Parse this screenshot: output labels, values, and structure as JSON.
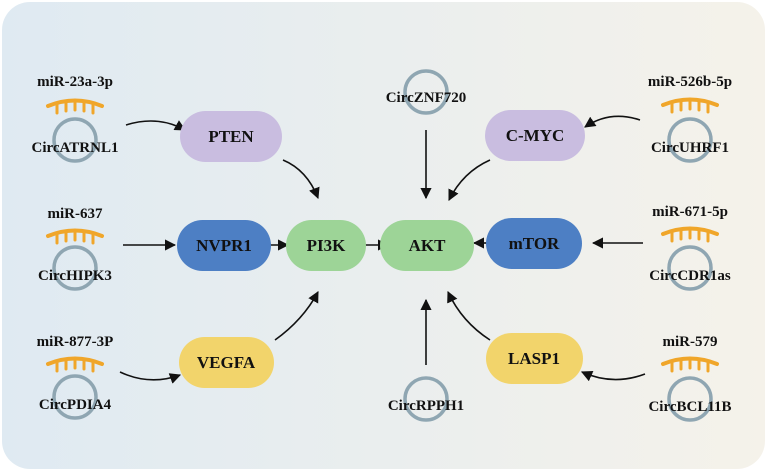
{
  "colors": {
    "background_start": "#dfeaf2",
    "background_end": "#f5f2ea",
    "circ_ring": "#8fa6b2",
    "mirna": "#f0a62a",
    "arrow": "#111111",
    "purple": "#c9bde0",
    "blue": "#4d7fc4",
    "green": "#9dd497",
    "yellow": "#f2d46b"
  },
  "nodes": {
    "pten": "PTEN",
    "cmyc": "C-MYC",
    "nvpr1": "NVPR1",
    "pi3k": "PI3K",
    "akt": "AKT",
    "mtor": "mTOR",
    "vegfa": "VEGFA",
    "lasp1": "LASP1"
  },
  "mirnas": {
    "mir23a": "miR-23a-3p",
    "mir637": "miR-637",
    "mir877": "miR-877-3P",
    "mir526b": "miR-526b-5p",
    "mir671": "miR-671-5p",
    "mir579": "miR-579"
  },
  "circrnas": {
    "circatrnl1": "CircATRNL1",
    "circhipk3": "CircHIPK3",
    "circpdia4": "CircPDIA4",
    "circznf720": "CircZNF720",
    "circrpph1": "CircRPPH1",
    "circuhrf1": "CircUHRF1",
    "circcdr1as": "CircCDR1as",
    "circbcl11b": "CircBCL11B"
  }
}
